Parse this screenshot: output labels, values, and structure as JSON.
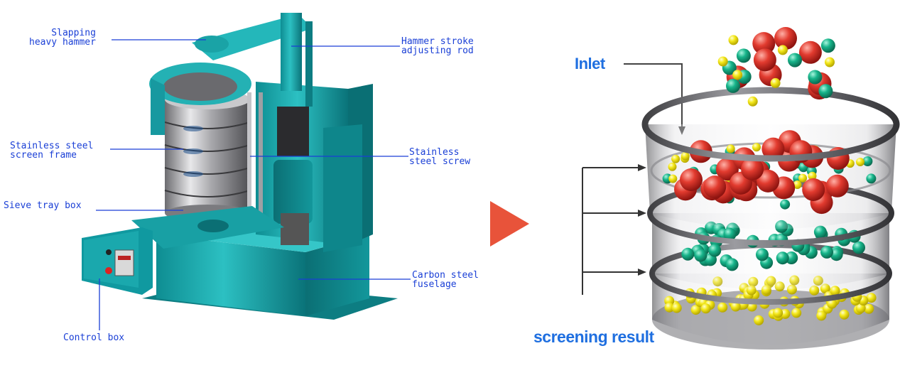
{
  "machine_callouts": {
    "slapping_hammer": "Slapping\nheavy hammer",
    "hammer_rod": "Hammer stroke\nadjusting rod",
    "screen_frame": "Stainless steel\nscreen frame",
    "steel_screw": "Stainless\nsteel screw",
    "sieve_tray": "Sieve tray box",
    "fuselage": "Carbon steel\nfuselage",
    "control_box": "Control box"
  },
  "sieve_labels": {
    "inlet": "Inlet",
    "result": "screening result"
  },
  "colors": {
    "machine_teal": "#1aa3a6",
    "callout_text": "#1a3fd6",
    "big_label": "#1f6fe0",
    "arrow": "#e8533a",
    "ball_red": "#d92a2a",
    "ball_green": "#16b38a",
    "ball_yellow": "#f2e600"
  }
}
